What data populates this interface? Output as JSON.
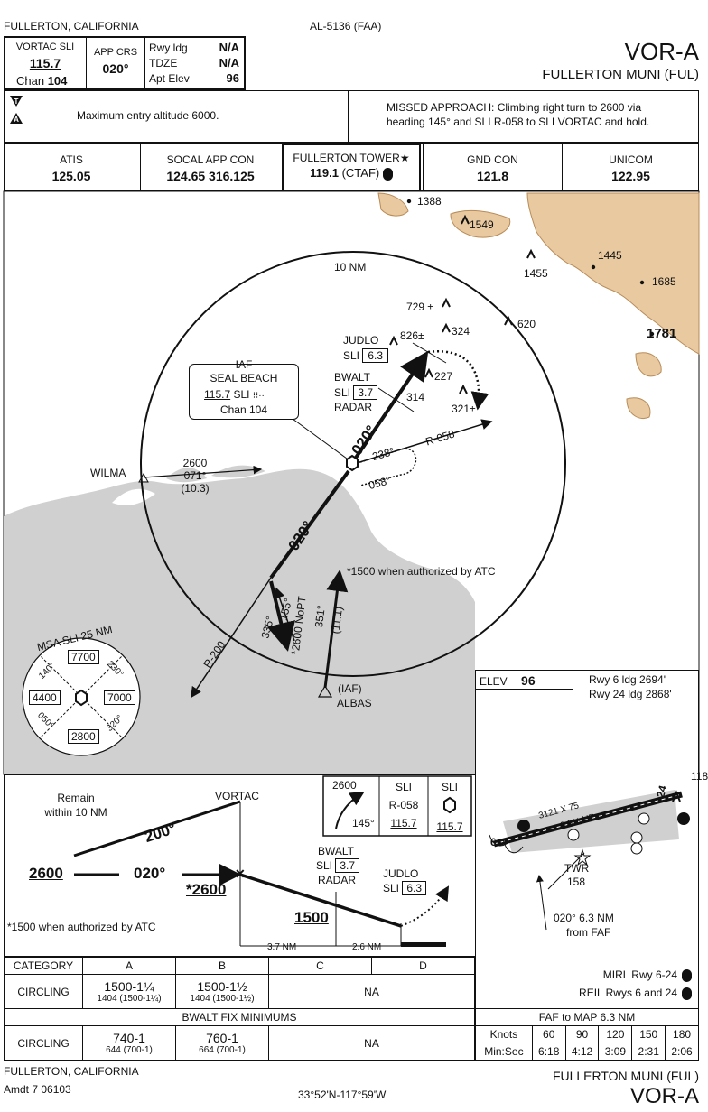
{
  "header": {
    "left_title": "FULLERTON, CALIFORNIA",
    "doc_id": "AL-5136 (FAA)",
    "chart_name": "VOR-A",
    "airport": "FULLERTON MUNI (FUL)"
  },
  "info_box": {
    "nav_label": "VORTAC  SLI",
    "nav_freq": "115.7",
    "chan_label": "Chan",
    "chan_num": "104",
    "app_crs_label": "APP CRS",
    "app_crs": "020°",
    "rwy_ldg_label": "Rwy ldg",
    "rwy_ldg": "N/A",
    "tdze_label": "TDZE",
    "tdze": "N/A",
    "apt_elev_label": "Apt Elev",
    "apt_elev": "96"
  },
  "notes": {
    "entry": "Maximum entry altitude 6000.",
    "missed_1": "MISSED APPROACH:  Climbing right turn to 2600 via",
    "missed_2": "heading 145° and SLI R-058 to SLI VORTAC and hold."
  },
  "comms": [
    {
      "name": "ATIS",
      "freq": "125.05"
    },
    {
      "name": "SOCAL APP CON",
      "freq": "124.65  316.125"
    },
    {
      "name": "FULLERTON TOWER★",
      "freq": "119.1",
      "extra": "(CTAF)"
    },
    {
      "name": "GND CON",
      "freq": "121.8"
    },
    {
      "name": "UNICOM",
      "freq": "122.95"
    }
  ],
  "plan": {
    "ring_label": "10 NM",
    "terrain": [
      "1388",
      "1549",
      "1445",
      "1455",
      "1685",
      "1781",
      "620",
      "729 ±",
      "826±",
      "324",
      "227",
      "321±",
      "314"
    ],
    "iaf_label": "IAF",
    "iaf_name": "SEAL BEACH",
    "iaf_freq": "115.7",
    "iaf_id": "SLI",
    "iaf_chan": "Chan 104",
    "judlo": "JUDLO",
    "judlo_sli": "SLI",
    "judlo_dme": "6.3",
    "bwalt": "BWALT",
    "bwalt_sli": "SLI",
    "bwalt_dme": "3.7",
    "radar": "RADAR",
    "r058": "R-058",
    "r200": "R-200",
    "crs_020a": "020°",
    "crs_020b": "020°",
    "hold_238": "238°",
    "hold_058": "058°",
    "wilma": "WILMA",
    "wilma_alt": "2600",
    "wilma_crs": "071°",
    "wilma_dist": "(10.3)",
    "pt_155": "155°",
    "pt_335": "335°",
    "albas": "ALBAS",
    "albas_iaf": "(IAF)",
    "albas_feeder": "*2600 NoPT",
    "albas_crs": "351°",
    "albas_dist": "(11.1)",
    "atc_note": "*1500 when authorized by ATC",
    "msa_title": "MSA SLI 25 NM",
    "msa": [
      "7700",
      "4400",
      "7000",
      "2800"
    ],
    "msa_bearings": [
      "140°",
      "230°",
      "050°",
      "320°"
    ]
  },
  "airport_box": {
    "elev_label": "ELEV",
    "elev": "96",
    "rwy6": "Rwy 6 ldg 2694'",
    "rwy24": "Rwy 24 ldg 2868'",
    "obst": "118",
    "rwy_dims": "3121 X 75",
    "grad": "0.3% UP",
    "rwy_end_a": "6",
    "rwy_end_b": "24",
    "twr": "TWR",
    "twr_elev": "158",
    "faf_crs": "020° 6.3 NM",
    "faf_from": "from FAF",
    "mirl": "MIRL Rwy 6-24",
    "reil": "REIL Rwys 6 and 24"
  },
  "profile": {
    "remain_1": "Remain",
    "remain_2": "within 10 NM",
    "vortac": "VORTAC",
    "crs_200": "200°",
    "alt_2600": "2600",
    "crs_020": "020°",
    "star_2600": "*2600",
    "alt_1500": "1500",
    "bwalt": "BWALT",
    "bwalt_sli": "SLI",
    "bwalt_dme": "3.7",
    "radar": "RADAR",
    "judlo": "JUDLO",
    "judlo_sli": "SLI",
    "judlo_dme": "6.3",
    "dist_a": "3.7 NM",
    "dist_b": "2.6 NM",
    "atc_note": "*1500 when authorized by ATC",
    "ma1_alt": "2600",
    "ma1_hdg": "145°",
    "ma2_top": "SLI",
    "ma2_mid": "R-058",
    "ma2_freq": "115.7",
    "ma3_top": "SLI",
    "ma3_freq": "115.7"
  },
  "minimums": {
    "headers": [
      "CATEGORY",
      "A",
      "B",
      "C",
      "D"
    ],
    "circ1_label": "CIRCLING",
    "circ1_a_1": "1500-1¼",
    "circ1_a_2": "1404 (1500-1¼)",
    "circ1_b_1": "1500-1½",
    "circ1_b_2": "1404 (1500-1½)",
    "circ1_cd": "NA",
    "bwalt_title": "BWALT FIX MINIMUMS",
    "circ2_label": "CIRCLING",
    "circ2_a_1": "740-1",
    "circ2_a_2": "644 (700-1)",
    "circ2_b_1": "760-1",
    "circ2_b_2": "664 (700-1)",
    "circ2_cd": "NA"
  },
  "time_table": {
    "title": "FAF to MAP  6.3 NM",
    "row1_label": "Knots",
    "knots": [
      "60",
      "90",
      "120",
      "150",
      "180"
    ],
    "row2_label": "Min:Sec",
    "times": [
      "6:18",
      "4:12",
      "3:09",
      "2:31",
      "2:06"
    ]
  },
  "footer": {
    "left_title": "FULLERTON, CALIFORNIA",
    "amdt": "Amdt 7  06103",
    "coords": "33°52'N-117°59'W",
    "airport": "FULLERTON MUNI (FUL)",
    "chart_name": "VOR-A"
  },
  "colors": {
    "terrain": "#e8c9a0",
    "terrain_edge": "#b98c58",
    "water_land": "#d0d0d0"
  }
}
